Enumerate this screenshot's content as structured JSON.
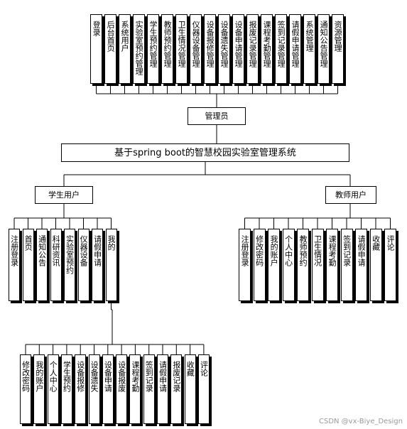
{
  "admin": {
    "label": "管理员",
    "children": [
      "登录",
      "后台首页",
      "系统用户",
      "实验室预约管理",
      "学生预约管理",
      "教师预约管理",
      "卫生情况管理",
      "仪器设备管理",
      "设备报修管理",
      "设备遗失管理",
      "设备申请管理",
      "报废记录管理",
      "课程考勤管理",
      "签到记录管理",
      "请假申请管理",
      "系统管理",
      "通知公告管理",
      "资源管理"
    ]
  },
  "system_title": "基于spring boot的智慧校园实验室管理系统",
  "student": {
    "label": "学生用户",
    "children": [
      "注册登录",
      "首页",
      "通知公告",
      "科研资讯",
      "实验室预约",
      "仪器设备",
      "请假申请",
      "我的"
    ],
    "mine_label": "我的",
    "mine_children": [
      "修改密码",
      "我的账户",
      "个人中心",
      "学生预约",
      "设备报修",
      "设备遗失",
      "设备申请",
      "设备报废",
      "课程考勤",
      "签到记录",
      "请假申请",
      "报废记录",
      "收藏",
      "评论"
    ]
  },
  "teacher": {
    "label": "教师用户",
    "children": [
      "注册登录",
      "修改密码",
      "我的账户",
      "个人中心",
      "教师预约",
      "卫生情况",
      "课程考勤",
      "签到记录",
      "请假申请",
      "收藏",
      "评论"
    ]
  },
  "watermark": "CSDN @vx-Biye_Design"
}
